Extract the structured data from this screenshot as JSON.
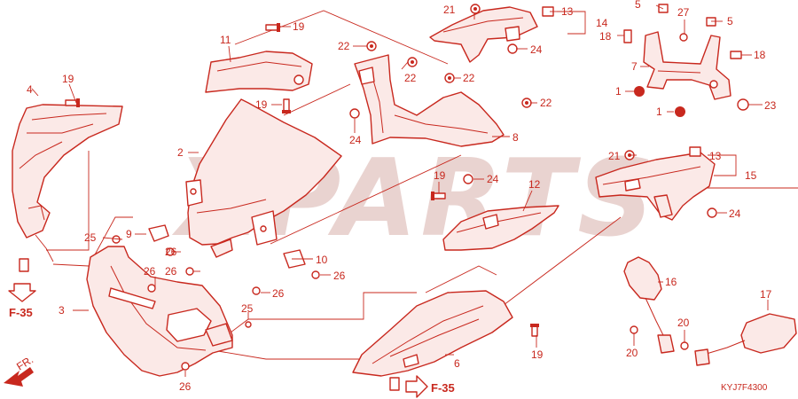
{
  "diagram": {
    "watermark": "XPARTS",
    "code": "KYJ7F4300",
    "direction": "FR.",
    "ref_left": "F-35",
    "ref_bottom": "F-35",
    "callouts": {
      "c1a": "1",
      "c1b": "1",
      "c2": "2",
      "c3": "3",
      "c4": "4",
      "c5a": "5",
      "c5b": "5",
      "c6": "6",
      "c7": "7",
      "c8": "8",
      "c9": "9",
      "c10": "10",
      "c11": "11",
      "c12": "12",
      "c13a": "13",
      "c13b": "13",
      "c14": "14",
      "c15": "15",
      "c16": "16",
      "c17": "17",
      "c18a": "18",
      "c18b": "18",
      "c19a": "19",
      "c19b": "19",
      "c19c": "19",
      "c19d": "19",
      "c19e": "19",
      "c20a": "20",
      "c20b": "20",
      "c21a": "21",
      "c21b": "21",
      "c22a": "22",
      "c22b": "22",
      "c22c": "22",
      "c22d": "22",
      "c23": "23",
      "c24a": "24",
      "c24b": "24",
      "c24c": "24",
      "c24d": "24",
      "c25a": "25",
      "c25b": "25",
      "c26a": "26",
      "c26b": "26",
      "c26c": "26",
      "c26d": "26",
      "c26e": "26",
      "c26f": "26",
      "c27": "27"
    }
  },
  "colors": {
    "line": "#c8281e",
    "part_fill": "#fbe9e7",
    "background": "#ffffff"
  },
  "icons": [
    "bolt-icon",
    "clip-icon",
    "arrow-icon",
    "direction-arrow-icon"
  ]
}
